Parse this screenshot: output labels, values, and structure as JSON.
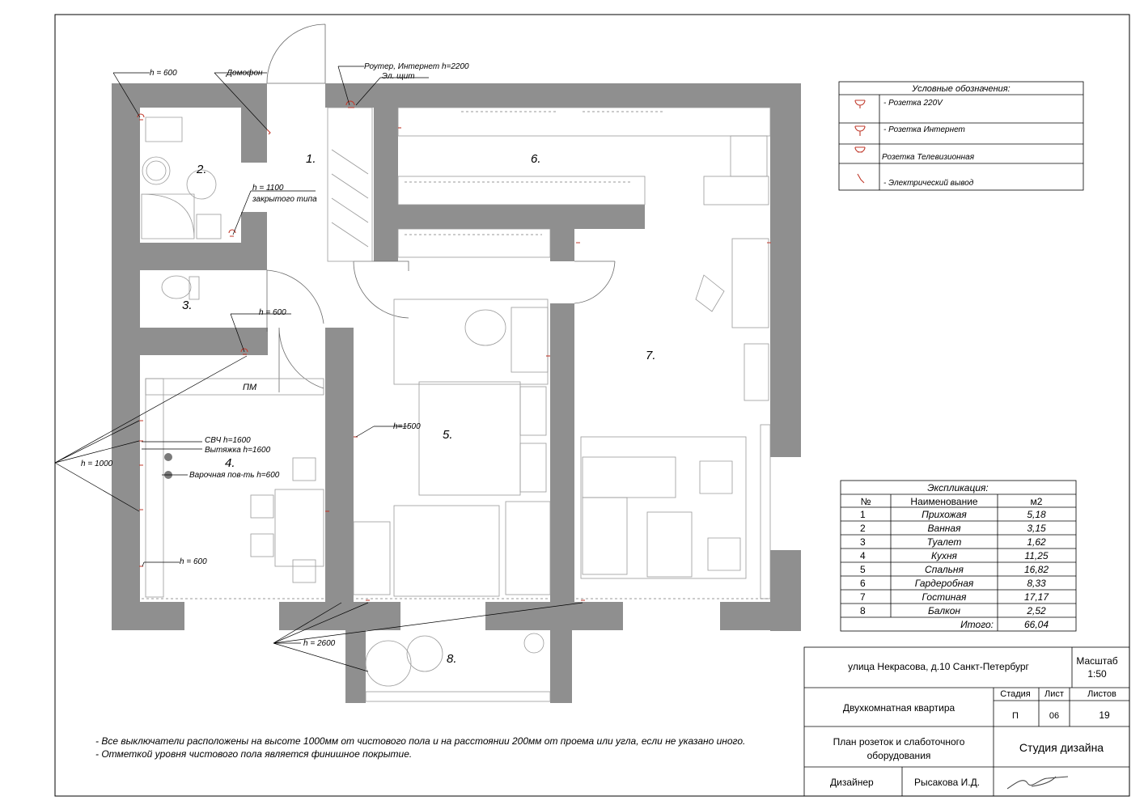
{
  "rooms": [
    {
      "num": "1."
    },
    {
      "num": "2."
    },
    {
      "num": "3."
    },
    {
      "num": "4."
    },
    {
      "num": "5."
    },
    {
      "num": "6."
    },
    {
      "num": "7."
    },
    {
      "num": "8."
    }
  ],
  "annotations": {
    "h600_a": "h = 600",
    "domofon": "Домофон",
    "router": "Роутер, Интернет h=2200",
    "shield": "Эл. щит",
    "h1100": "h = 1100",
    "closed_type": "закрытого типа",
    "h600_b": "h = 600",
    "pm": "ПМ",
    "h1500": "h=1500",
    "svch": "СВЧ h=1600",
    "hood": "Вытяжка h=1600",
    "h1000": "h = 1000",
    "cooktop": "Варочная пов-ть h=600",
    "h600_c": "h = 600",
    "h2600": "h = 2600"
  },
  "legend": {
    "title": "Условные обозначения:",
    "items": [
      {
        "label": "- Розетка 220V"
      },
      {
        "label": "- Розетка Интернет"
      },
      {
        "label": "Розетка Телевизионная"
      },
      {
        "label": "- Электрический вывод"
      }
    ]
  },
  "explication": {
    "title": "Экспликация:",
    "headers": [
      "№",
      "Наименование",
      "м2"
    ],
    "rows": [
      [
        "1",
        "Прихожая",
        "5,18"
      ],
      [
        "2",
        "Ванная",
        "3,15"
      ],
      [
        "3",
        "Туалет",
        "1,62"
      ],
      [
        "4",
        "Кухня",
        "11,25"
      ],
      [
        "5",
        "Спальня",
        "16,82"
      ],
      [
        "6",
        "Гардеробная",
        "8,33"
      ],
      [
        "7",
        "Гостиная",
        "17,17"
      ],
      [
        "8",
        "Балкон",
        "2,52"
      ]
    ],
    "total_label": "Итого:",
    "total_value": "66,04"
  },
  "notes": [
    "- Все выключатели расположены на высоте 1000мм от чистового пола и на расстоянии 200мм от проема или угла, если не указано иного.",
    "- Отметкой уровня чистового пола является финишное покрытие."
  ],
  "title_block": {
    "address": "улица Некрасова, д.10 Санкт-Петербург",
    "scale_label": "Масштаб",
    "scale_value": "1:50",
    "project": "Двухкомнатная квартира",
    "stage_label": "Стадия",
    "sheet_label": "Лист",
    "sheets_label": "Листов",
    "stage_value": "П",
    "sheet_value": "06",
    "sheets_value": "19",
    "drawing_title_1": "План розеток и слаботочного",
    "drawing_title_2": "оборудования",
    "studio": "Студия дизайна",
    "designer_label": "Дизайнер",
    "designer_name": "Рысакова И.Д."
  }
}
